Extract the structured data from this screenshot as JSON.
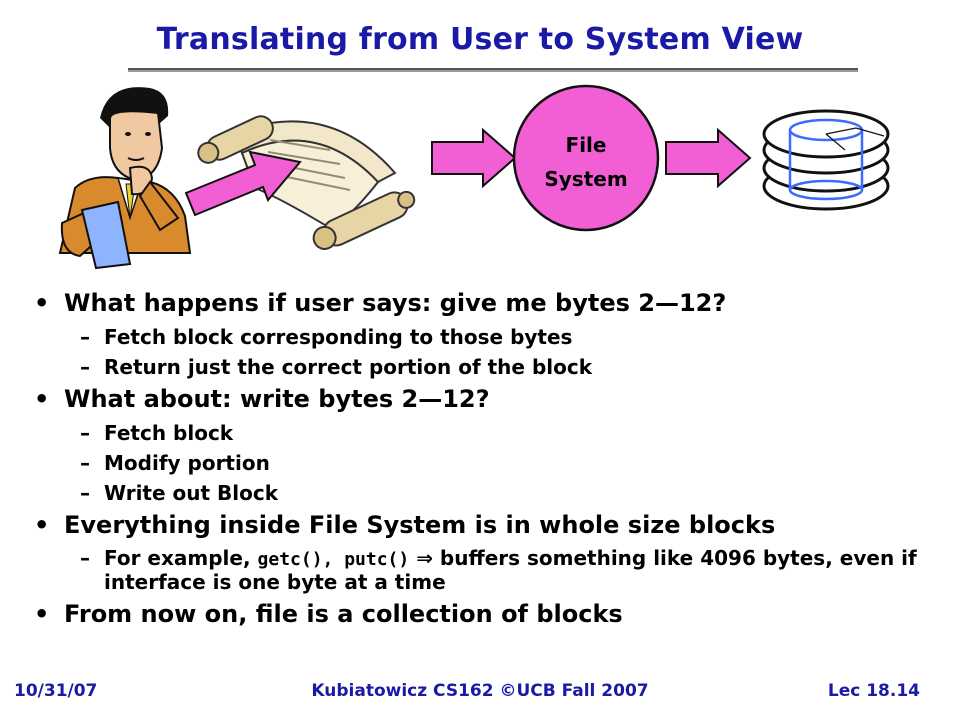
{
  "slide": {
    "title": "Translating from User to System View",
    "diagram": {
      "file_system_label_line1": "File",
      "file_system_label_line2": "System"
    },
    "bullets": [
      {
        "text": "What happens if user says: give me bytes 2—12?",
        "subs": [
          "Fetch block corresponding to those bytes",
          "Return just the correct portion of the block"
        ]
      },
      {
        "text": "What about: write bytes 2—12?",
        "subs": [
          "Fetch block",
          "Modify portion",
          "Write out Block"
        ]
      },
      {
        "text": "Everything inside File System is in whole size blocks",
        "example": {
          "prefix": "For example, ",
          "code": "getc(), putc()",
          "arrow": "⇒",
          "suffix": " buffers something like 4096 bytes, even if interface is one byte at a time"
        }
      },
      {
        "text": "From now on, file is a collection of blocks"
      }
    ],
    "footer": {
      "date": "10/31/07",
      "course": "Kubiatowicz CS162 ©UCB Fall 2007",
      "lecture": "Lec 18.14"
    },
    "colors": {
      "title": "#1a1aa6",
      "file_system_fill": "#f25fd5",
      "arrow_fill": "#f25fd5",
      "disk_cylinder": "#3b6bff"
    }
  }
}
